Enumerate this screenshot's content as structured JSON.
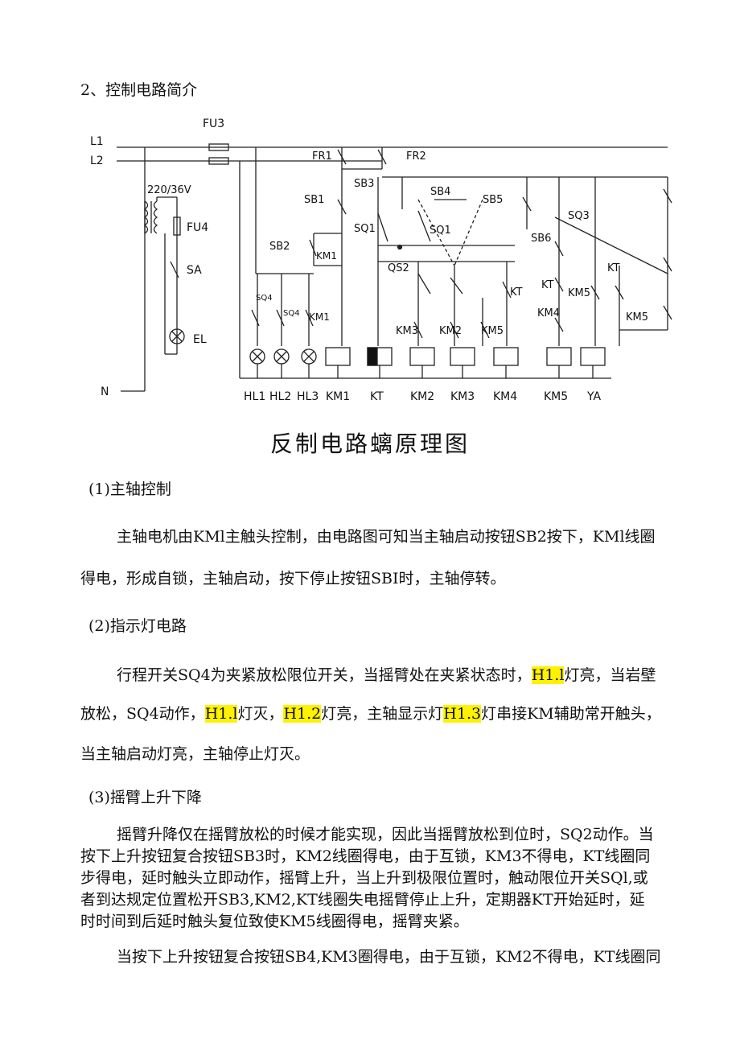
{
  "section_title": "2、控制电路简介",
  "diagram": {
    "labels": {
      "l1": "L1",
      "l2": "L2",
      "n": "N",
      "fu3": "FU3",
      "transformer": "220/36V",
      "fu4": "FU4",
      "sa": "SA",
      "el": "EL",
      "fr1": "FR1",
      "fr2": "FR2",
      "sb3": "SB3",
      "sb4": "SB4",
      "sb1": "SB1",
      "sb5": "SB5",
      "sq3": "SQ3",
      "sb6": "SB6",
      "sq1a": "SQ1",
      "sq1b": "SQ1",
      "sb2": "SB2",
      "km1c": "KM1",
      "qs2": "QS2",
      "kt_c1": "KT",
      "kt_c2": "KT",
      "kt_c3": "KT",
      "sq4a": "SQ4",
      "sq4b": "SQ4",
      "km1b": "KM1",
      "km5a": "KM5",
      "km4c": "KM4",
      "km5b": "KM5",
      "km3c": "KM3",
      "km2c": "KM2",
      "km5c": "KM5"
    },
    "bottom_labels": [
      "HL1",
      "HL2",
      "HL3",
      "KM1",
      "KT",
      "KM2",
      "KM3",
      "KM4",
      "KM5",
      "YA"
    ]
  },
  "caption": "反制电路螭原理图",
  "sections": [
    {
      "title": "(1)主轴控制",
      "lines": [
        "主轴电机由KMl主触头控制，由电路图可知当主轴启动按钮SB2按下，KMl线圈",
        "得电，形成自锁，主轴启动，按下停止按钮SBI时，主轴停转。"
      ]
    },
    {
      "title": "(2)指示灯电路",
      "lines": [
        [
          "行程开关SQ4为夹紧放松限位开关，当摇臂处在夹紧状态时，",
          "H1.l",
          "灯亮，当岩壁"
        ],
        [
          "放松，SQ4动作，",
          "H1.l",
          "灯灭，",
          "H1.2",
          "灯亮，主轴显示灯",
          "H1.3",
          "灯串接KM辅助常开触头，"
        ],
        "当主轴启动灯亮，主轴停止灯灭。"
      ]
    },
    {
      "title": "(3)摇臂上升下降",
      "lines": [
        "摇臂升降仅在摇臂放松的时候才能实现，因此当摇臂放松到位时，SQ2动作。当",
        "按下上升按钮复合按钮SB3时，KM2线圈得电，由于互锁，KM3不得电，KT线圈同",
        "步得电，延时触头立即动作，摇臂上升，当上升到极限位置时，触动限位开关SQl,或",
        "者到达规定位置松开SB3,KM2,KT线圈失电摇臂停止上升，定期器KT开始延时，延",
        "时时间到后延时触头复位致使KM5线圈得电，摇臂夹紧。"
      ]
    },
    {
      "lines": [
        "当按下上升按钮复合按钮SB4,KM3圈得电，由于互锁，KM2不得电，KT线圈同"
      ]
    }
  ]
}
